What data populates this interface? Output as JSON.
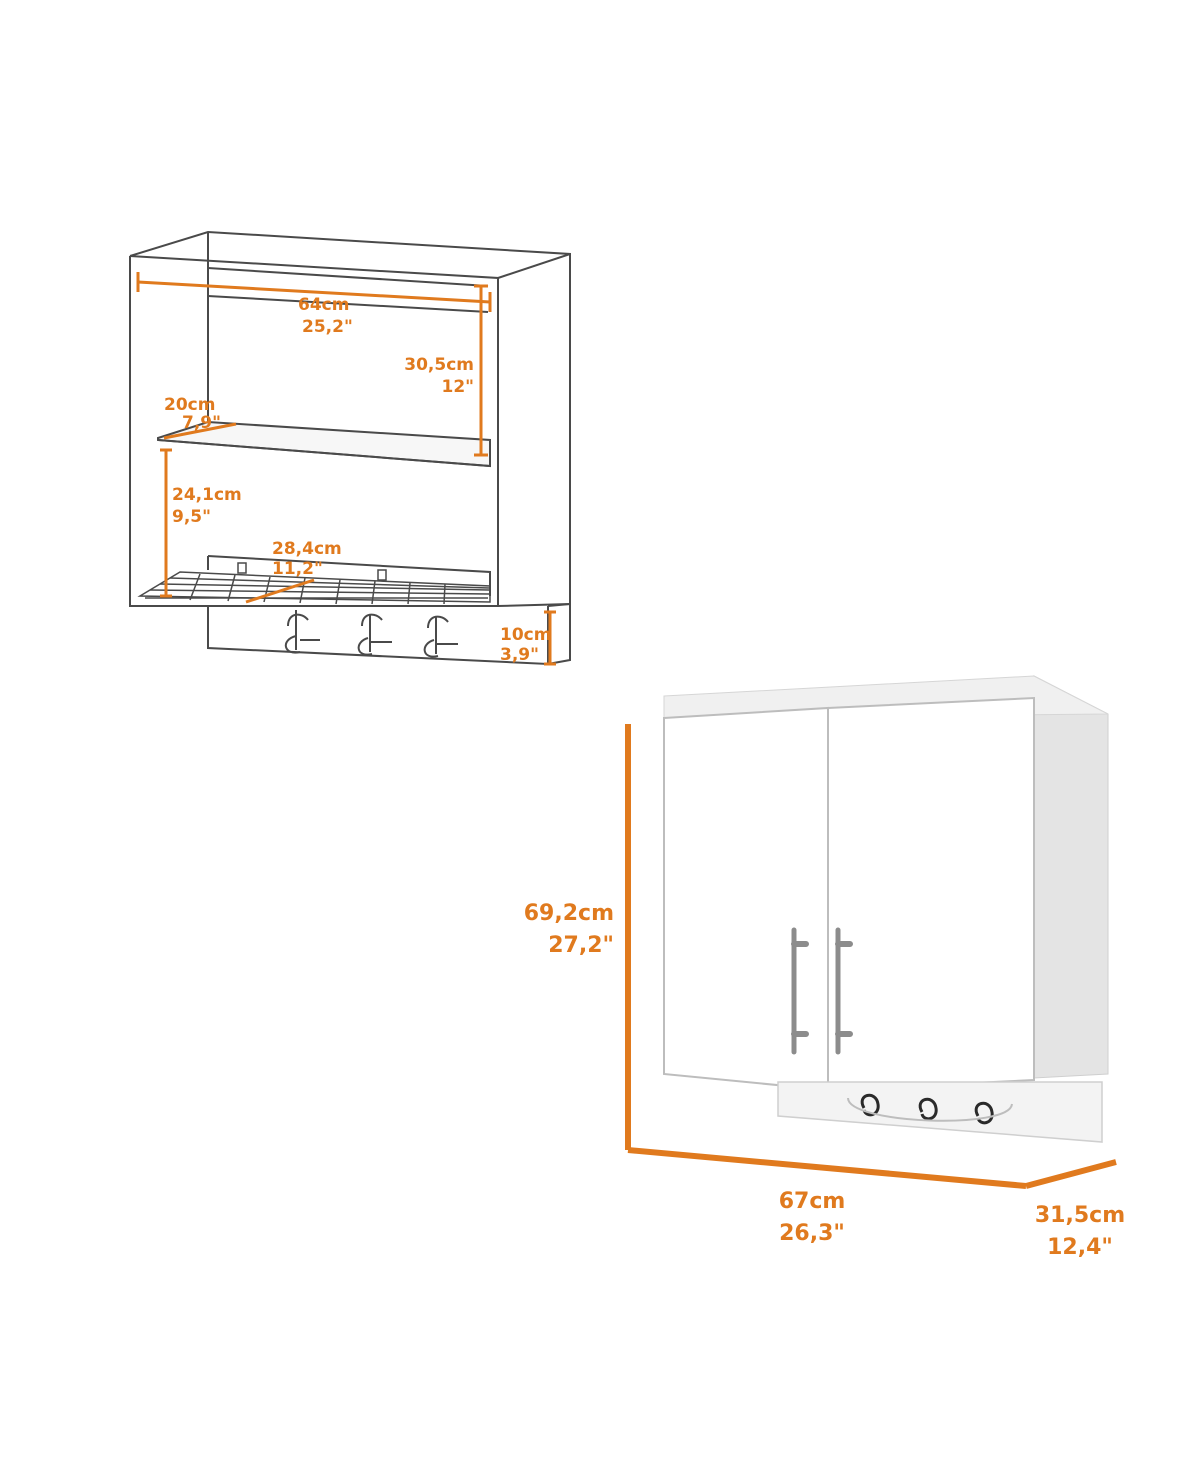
{
  "colors": {
    "background": "#ffffff",
    "dimension": "#e07a1e",
    "outline": "#4a4a4a",
    "panel": "#f2f2f2",
    "panel_shade": "#dcdcdc",
    "hardware": "#8c8c8c"
  },
  "interior_view": {
    "width_cm": "64cm",
    "width_in": "25,2\"",
    "upper_height_cm": "30,5cm",
    "upper_height_in": "12\"",
    "shelf_depth_cm": "20cm",
    "shelf_depth_in": "7,9\"",
    "lower_height_cm": "24,1cm",
    "lower_height_in": "9,5\"",
    "rack_depth_cm": "28,4cm",
    "rack_depth_in": "11,2\"",
    "hook_panel_cm": "10cm",
    "hook_panel_in": "3,9\""
  },
  "exterior_view": {
    "height_cm": "69,2cm",
    "height_in": "27,2\"",
    "width_cm": "67cm",
    "width_in": "26,3\"",
    "depth_cm": "31,5cm",
    "depth_in": "12,4\""
  }
}
